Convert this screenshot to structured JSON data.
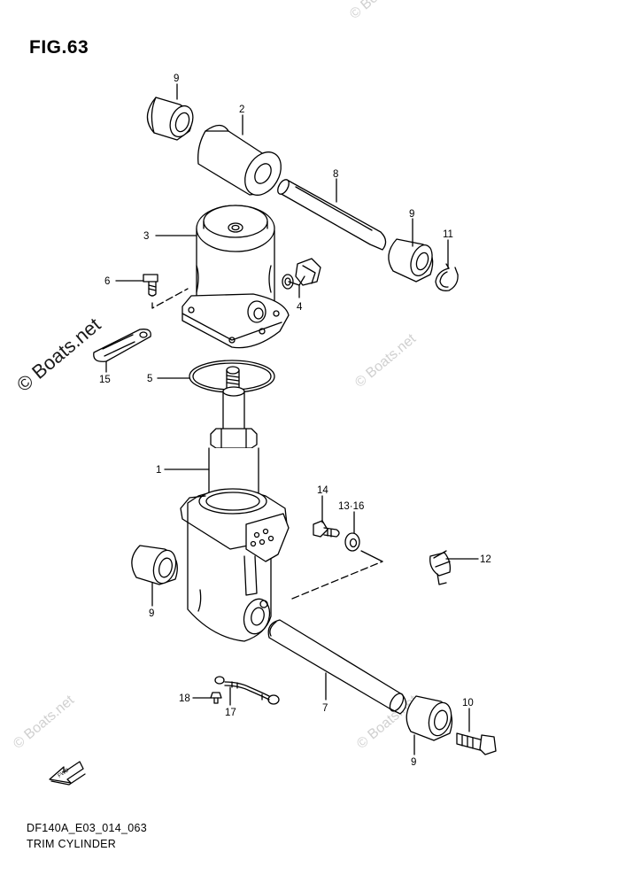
{
  "figure": {
    "title": "FIG.63",
    "model_code": "DF140A_E03_014_063",
    "caption": "TRIM CYLINDER"
  },
  "watermark": {
    "text": "© Boats.net"
  },
  "fwd_label": "FWD",
  "callouts": {
    "c1": "1",
    "c2": "2",
    "c3": "3",
    "c4": "4",
    "c5": "5",
    "c6": "6",
    "c7": "7",
    "c8": "8",
    "c9a": "9",
    "c9b": "9",
    "c9c": "9",
    "c9d": "9",
    "c10": "10",
    "c11": "11",
    "c12": "12",
    "c13": "13·16",
    "c14": "14",
    "c15": "15",
    "c17": "17",
    "c18": "18"
  },
  "colors": {
    "line": "#000000",
    "watermark": "#d0d0d0"
  }
}
